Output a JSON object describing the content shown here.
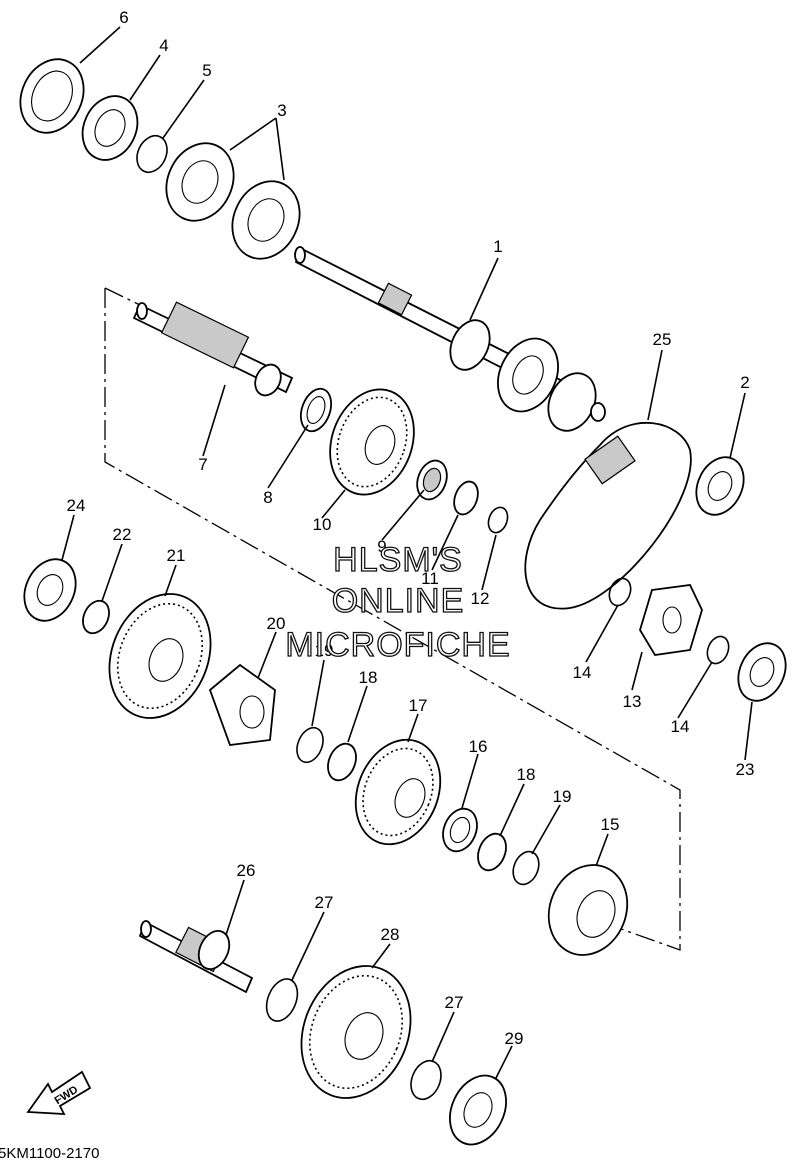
{
  "diagram": {
    "part_labels": [
      "1",
      "2",
      "3",
      "4",
      "5",
      "6",
      "7",
      "8",
      "9",
      "10",
      "11",
      "12",
      "13",
      "14",
      "14",
      "15",
      "16",
      "17",
      "18",
      "18",
      "19",
      "19",
      "20",
      "21",
      "22",
      "23",
      "24",
      "25",
      "26",
      "27",
      "27",
      "28",
      "29"
    ],
    "watermark": [
      "HLSM'S",
      "ONLINE",
      "MICROFICHE"
    ],
    "drawing_code": "5KM1100-2170",
    "direction_label": "FWD"
  }
}
